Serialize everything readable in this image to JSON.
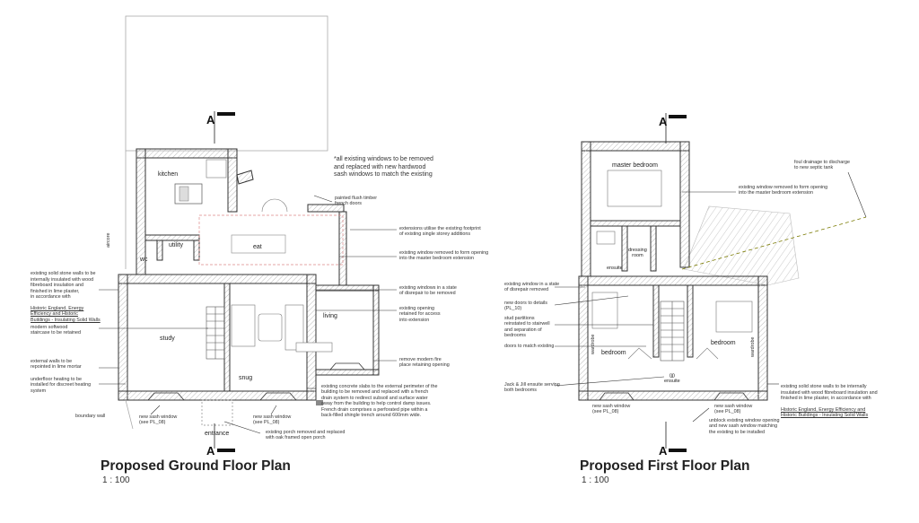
{
  "ground": {
    "title": "Proposed Ground Floor Plan",
    "scale": "1 : 100",
    "section_mark_top": "A",
    "section_mark_bottom": "A",
    "rooms": {
      "kitchen": "kitchen",
      "utility": "utility",
      "wc": "wc",
      "eat": "eat",
      "living": "living",
      "study": "study",
      "snug": "snug",
      "entrance": "entrance"
    },
    "notes": {
      "all_windows": "*all existing windows to be removed\nand replaced with new hardwood\nsash windows to match the existing",
      "french_doors": "painted flush timber\nfrench doors",
      "extensions": "extensions utilise the existing footprint\nof existing single storey additions",
      "window_removed": "existing window removed to form opening\ninto the master bedroom extension",
      "windows_disrepair": "existing windows in a state\nof disrepair to be removed",
      "opening_retained": "existing opening\nretained for access\ninto extension",
      "remove_fireplace": "remove modern fire\nplace retaining opening",
      "concrete_slabs": "existing concrete slabs to the external perimeter of the\nbuilding to be removed and replaced with a french\ndrain system to redirect subsoil and surface water\naway from the building to help control damp issues.\nFrench drain comprises a perforated pipe within a\nback-filled shingle trench around 600mm wide.",
      "porch": "existing porch removed and replaced\nwith oak framed open porch",
      "solid_walls_1": "existing solid stone walls to be\ninternally insulated with wood\nfibreboard insulation and\nfinished in lime plaster,\nin accordance with",
      "solid_walls_2": "Historic England, Energy\nEfficiency and Historic\nBuildings - Insulating Solid Walls",
      "staircase": "modern softwood\nstaircase to be retained",
      "repoint": "external walls to be\nrepointed in lime mortar",
      "underfloor": "underfloor heating to be\ninstalled for discreet heating\nsystem",
      "boundary": "boundary wall",
      "sash_left": "new sash window\n(see PL_08)",
      "sash_right": "new sash window\n(see PL_08)",
      "aircore": "aircore"
    }
  },
  "first": {
    "title": "Proposed First Floor Plan",
    "scale": "1 : 100",
    "section_mark_top": "A",
    "section_mark_bottom": "A",
    "rooms": {
      "master": "master bedroom",
      "dressing": "dressing\nroom",
      "ensuite": "ensuite",
      "bedroom_left": "bedroom",
      "bedroom_right": "bedroom",
      "jj_ensuite": "(jj)\nensuite"
    },
    "notes": {
      "foul_drainage": "foul drainage to discharge\nto new septic tank",
      "window_removed": "existing window removed to form opening\ninto the master bedroom extension",
      "window_disrepair": "existing window in a state\nof disrepair removed",
      "new_doors": "new doors to details\n(PL_10)",
      "stud_partitions": "stud partitions\nreinstated to stairwell\nand separation of\nbedrooms",
      "doors_match": "doors to match existing",
      "jack_jill": "Jack & Jill ensuite serving\nboth bedrooms",
      "solid_walls_1": "existing solid stone walls to be internally\ninsulated with wood fibreboard insulation and\nfinished in lime plaster, in accordance with",
      "solid_walls_2": "Historic England, Energy Efficiency and\nHistoric Buildings - Insulating Solid Walls",
      "sash_left": "new sash window\n(see PL_08)",
      "sash_right": "new sash window\n(see PL_08)",
      "unblock": "unblock existing window opening\nand new sash window matching\nthe existing to be installed",
      "wardrobe": "wardrobe"
    }
  }
}
